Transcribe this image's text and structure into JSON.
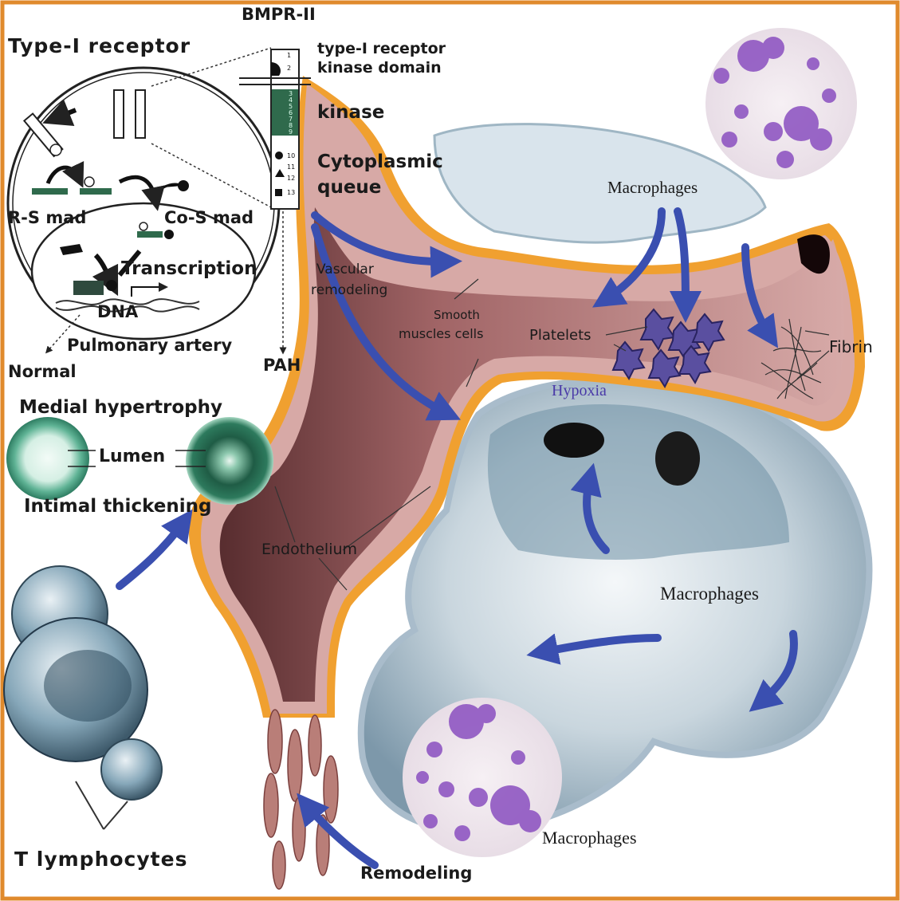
{
  "labels": {
    "bmpr2": "BMPR-II",
    "type1_receptor": "Type-I receptor",
    "type1_kinase_line1": "type-I receptor",
    "type1_kinase_line2": "kinase domain",
    "kinase": "kinase",
    "cyto_line1": "Cytoplasmic",
    "cyto_line2": "queue",
    "rsmad": "R-S mad",
    "cosmad": "Co-S mad",
    "transcription": "Transcription",
    "dna": "DNA",
    "pulmonary_artery": "Pulmonary artery",
    "normal": "Normal",
    "pah": "PAH",
    "medial_hypertrophy": "Medial hypertrophy",
    "lumen": "Lumen",
    "intimal_thickening": "Intimal thickening",
    "vascular_line1": "Vascular",
    "vascular_line2": "remodeling",
    "smooth_line1": "Smooth",
    "smooth_line2": "muscles cells",
    "platelets": "Platelets",
    "fibrin": "Fibrin",
    "hypoxia": "Hypoxia",
    "macrophages_top": "Macrophages",
    "macrophages_mid": "Macrophages",
    "macrophages_bottom": "Macrophages",
    "endothelium": "Endothelium",
    "t_lymphocytes": "T lymphocytes",
    "remodeling": "Remodeling"
  },
  "receptor_bar_numbers": [
    "1",
    "2",
    "3",
    "4",
    "5",
    "6",
    "7",
    "8",
    "9",
    "10",
    "11",
    "12",
    "13"
  ],
  "colors": {
    "frame": "#e08a2c",
    "vessel": "#b9797a",
    "vessel_dark": "#5e2a2c",
    "adventitia": "#f0a030",
    "alveolus": "#9fb6c4",
    "arrow": "#3a4fb0",
    "cell_stain": "#8a4fc0",
    "ring": "#3fa58a",
    "hypoxia_text": "#4a3aa8"
  }
}
